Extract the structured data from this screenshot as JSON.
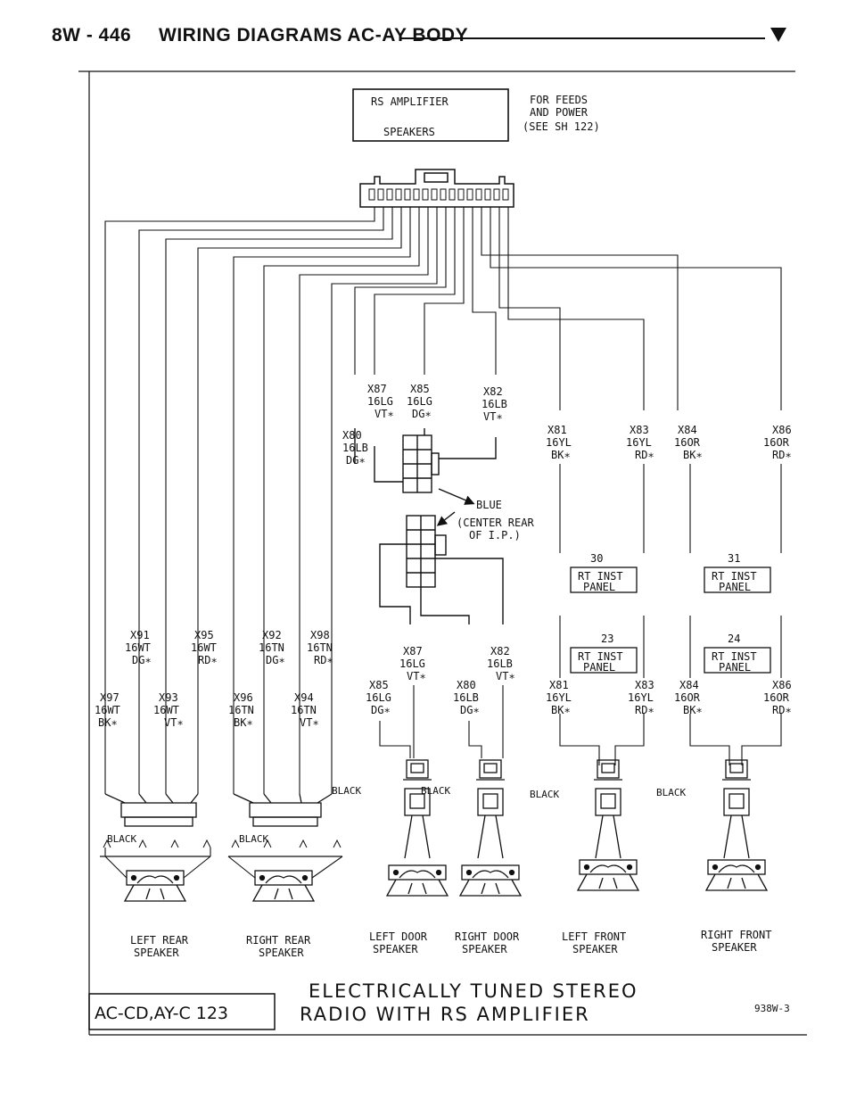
{
  "header": {
    "page": "8W - 446",
    "title": "WIRING DIAGRAMS AC-AY BODY"
  },
  "amplifier_box": {
    "line1": "RS AMPLIFIER",
    "line2": "SPEAKERS"
  },
  "feeds_note": [
    "FOR FEEDS",
    "AND POWER",
    "(SEE SH 122)"
  ],
  "wires_top": {
    "x87": [
      "X87",
      "16LG",
      "VT∗"
    ],
    "x85": [
      "X85",
      "16LG",
      "DG∗"
    ],
    "x82": [
      "X82",
      "16LB",
      "VT∗"
    ],
    "x80": [
      "X80",
      "16LB",
      "DG∗"
    ],
    "x81": [
      "X81",
      "16YL",
      "BK∗"
    ],
    "x83": [
      "X83",
      "16YL",
      "RD∗"
    ],
    "x84": [
      "X84",
      "16OR",
      "BK∗"
    ],
    "x86": [
      "X86",
      "16OR",
      "RD∗"
    ]
  },
  "blue_connector": {
    "label": "BLUE",
    "location": [
      "(CENTER REAR",
      "OF I.P.)"
    ]
  },
  "rt_inst_panel": [
    {
      "num": "30",
      "line1": "RT INST",
      "line2": "PANEL"
    },
    {
      "num": "31",
      "line1": "RT INST",
      "line2": "PANEL"
    },
    {
      "num": "23",
      "line1": "RT INST",
      "line2": "PANEL"
    },
    {
      "num": "24",
      "line1": "RT INST",
      "line2": "PANEL"
    }
  ],
  "wires_rear": {
    "x91": [
      "X91",
      "16WT",
      "DG∗"
    ],
    "x95": [
      "X95",
      "16WT",
      "RD∗"
    ],
    "x97": [
      "X97",
      "16WT",
      "BK∗"
    ],
    "x93": [
      "X93",
      "16WT",
      "VT∗"
    ],
    "x92": [
      "X92",
      "16TN",
      "DG∗"
    ],
    "x98": [
      "X98",
      "16TN",
      "RD∗"
    ],
    "x96": [
      "X96",
      "16TN",
      "BK∗"
    ],
    "x94": [
      "X94",
      "16TN",
      "VT∗"
    ]
  },
  "wires_lower": {
    "x87": [
      "X87",
      "16LG",
      "VT∗"
    ],
    "x82": [
      "X82",
      "16LB",
      "VT∗"
    ],
    "x85": [
      "X85",
      "16LG",
      "DG∗"
    ],
    "x80": [
      "X80",
      "16LB",
      "DG∗"
    ],
    "x81": [
      "X81",
      "16YL",
      "BK∗"
    ],
    "x83": [
      "X83",
      "16YL",
      "RD∗"
    ],
    "x84": [
      "X84",
      "16OR",
      "BK∗"
    ],
    "x86": [
      "X86",
      "16OR",
      "RD∗"
    ]
  },
  "connector_color": "BLACK",
  "speakers": [
    [
      "LEFT REAR",
      "SPEAKER"
    ],
    [
      "RIGHT REAR",
      "SPEAKER"
    ],
    [
      "LEFT DOOR",
      "SPEAKER"
    ],
    [
      "RIGHT DOOR",
      "SPEAKER"
    ],
    [
      "LEFT FRONT",
      "SPEAKER"
    ],
    [
      "RIGHT FRONT",
      "SPEAKER"
    ]
  ],
  "footer": {
    "ref": "AC-CD,AY-C 123",
    "title1": "ELECTRICALLY TUNED STEREO",
    "title2": "RADIO WITH RS AMPLIFIER",
    "code": "938W-3"
  }
}
